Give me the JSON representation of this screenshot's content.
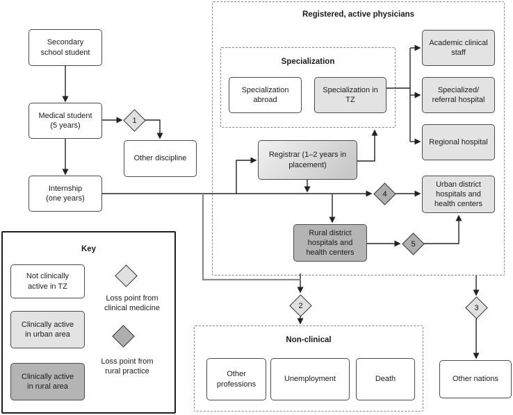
{
  "groups": {
    "registered": {
      "title": "Registered, active physicians"
    },
    "specialization": {
      "title": "Specialization"
    },
    "nonclinical": {
      "title": "Non-clinical"
    }
  },
  "nodes": {
    "secondary": "Secondary\nschool student",
    "medical": "Medical student\n(5 years)",
    "other_discipline": "Other discipline",
    "internship": "Internship\n(one years)",
    "spec_abroad": "Specialization\nabroad",
    "spec_tz": "Specialization in\nTZ",
    "academic": "Academic clinical\nstaff",
    "referral": "Specialized/\nreferral hospital",
    "regional": "Regional hospital",
    "registrar": "Registrar (1–2 years in\nplacement)",
    "urban": "Urban district\nhospitals and\nhealth centers",
    "rural": "Rural district\nhospitals and\nhealth centers",
    "other_professions": "Other\nprofessions",
    "unemployment": "Unemployment",
    "death": "Death",
    "other_nations": "Other nations"
  },
  "diamonds": {
    "d1": "1",
    "d2": "2",
    "d3": "3",
    "d4": "4",
    "d5": "5"
  },
  "key": {
    "title": "Key",
    "not_active": "Not clinically\nactive in TZ",
    "urban": "Clinically active\nin urban area",
    "rural": "Clinically active\nin rural area",
    "loss_clinical": "Loss point from\nclinical medicine",
    "loss_rural": "Loss point from\nrural practice"
  },
  "colors": {
    "node_white": "#ffffff",
    "node_urban_gray": "#e3e3e3",
    "node_rural_gray": "#b4b4b4",
    "diamond_light": "#e0e0e0",
    "diamond_dark": "#aeaeae",
    "line": "#222222",
    "bypass_line": "#888888",
    "border": "#4a4a4a",
    "dashed_border": "#858585"
  }
}
